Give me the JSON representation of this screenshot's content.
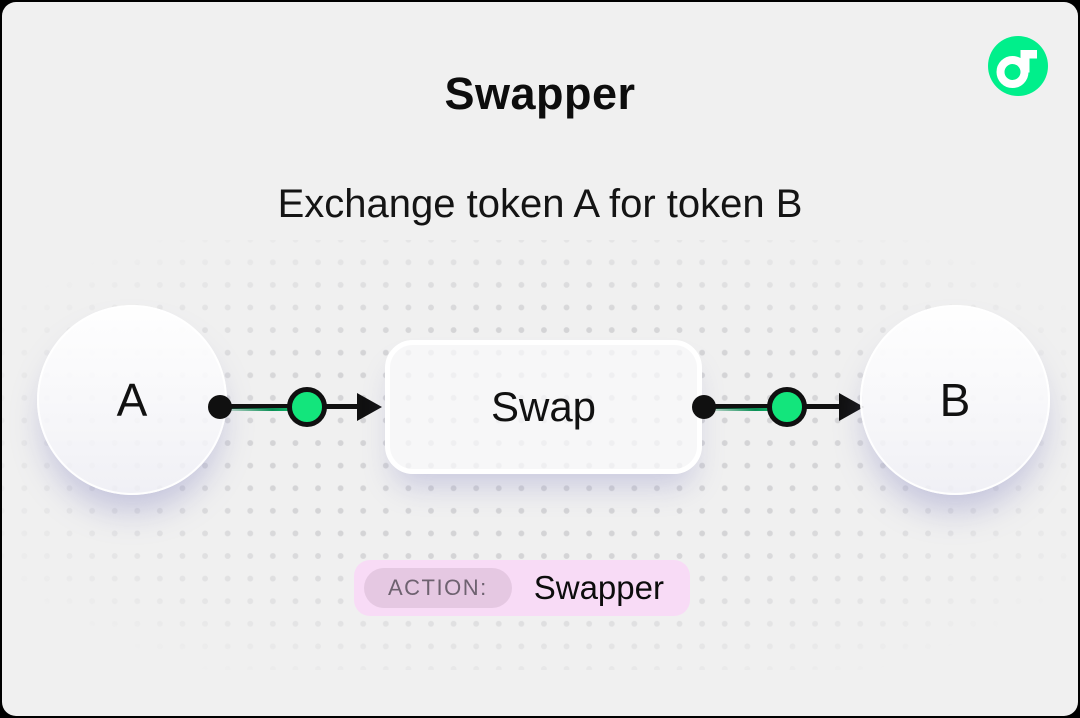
{
  "header": {
    "title": "Swapper",
    "subtitle": "Exchange token A for token B"
  },
  "logo": {
    "name": "flow-logo",
    "brand_green": "#00EF8B"
  },
  "diagram": {
    "source_node_label": "A",
    "target_node_label": "B",
    "process_box_label": "Swap",
    "connector_color": "#101010",
    "node_green": "#13E57C"
  },
  "action_badge": {
    "prefix_label": "ACTION:",
    "value": "Swapper",
    "badge_bg": "#F8DBF6",
    "pill_bg": "#E5C8E2"
  },
  "colors": {
    "panel_bg": "#F0F0F0",
    "frame": "#000000",
    "dot_grid": "#D4D4D6"
  }
}
